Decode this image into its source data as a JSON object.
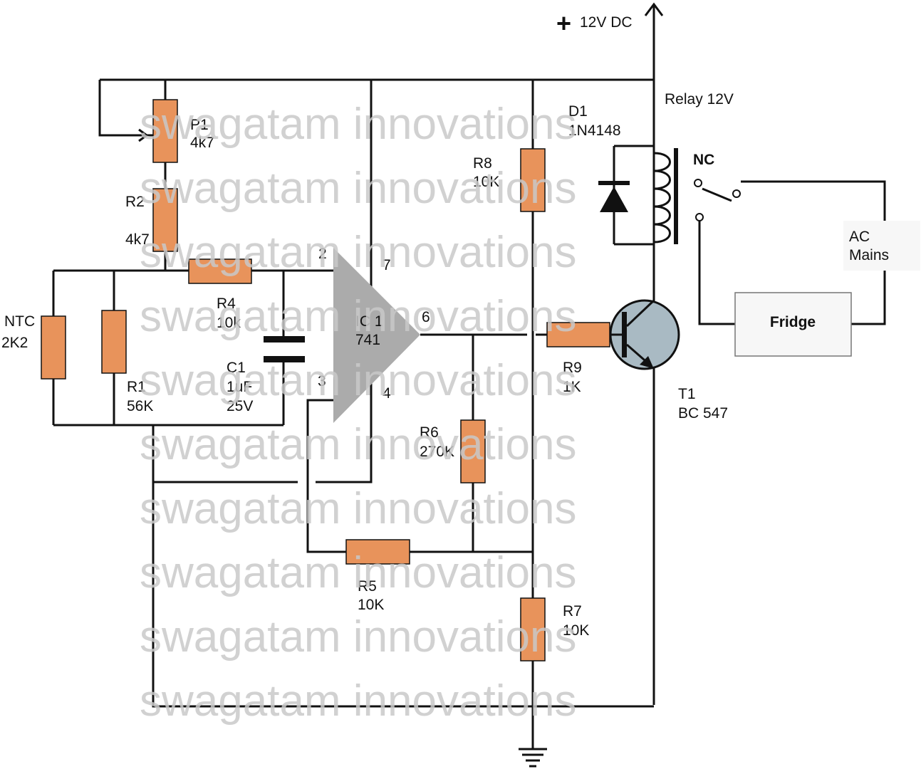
{
  "watermark": "swagatam innovations",
  "colors": {
    "resistor": "#e8935b",
    "opamp": "#ababab",
    "transistor": "#a9bac3",
    "wire": "#111111",
    "watermark": "#c9c9c9"
  },
  "supply": {
    "plus": "+",
    "label": "12V DC"
  },
  "relay": {
    "label": "Relay 12V",
    "nc": "NC"
  },
  "ac": {
    "line1": "AC",
    "line2": "Mains"
  },
  "fridge": {
    "label": "Fridge"
  },
  "ic": {
    "name": "IC 1",
    "part": "741",
    "pin2": "2",
    "pin3": "3",
    "pin4": "4",
    "pin6": "6",
    "pin7": "7"
  },
  "components": {
    "P1": {
      "ref": "P1",
      "value": "4k7"
    },
    "R2": {
      "ref": "R2",
      "value": "4k7"
    },
    "R4": {
      "ref": "R4",
      "value": "10k"
    },
    "NTC": {
      "ref": "NTC",
      "value": "2K2"
    },
    "R1": {
      "ref": "R1",
      "value": "56K"
    },
    "C1": {
      "ref": "C1",
      "value": "1uF",
      "voltage": "25V"
    },
    "R8": {
      "ref": "R8",
      "value": "10K"
    },
    "D1": {
      "ref": "D1",
      "value": "1N4148"
    },
    "R9": {
      "ref": "R9",
      "value": "1K"
    },
    "T1": {
      "ref": "T1",
      "value": "BC 547"
    },
    "R6": {
      "ref": "R6",
      "value": "270K"
    },
    "R5": {
      "ref": "R5",
      "value": "10K"
    },
    "R7": {
      "ref": "R7",
      "value": "10K"
    }
  }
}
